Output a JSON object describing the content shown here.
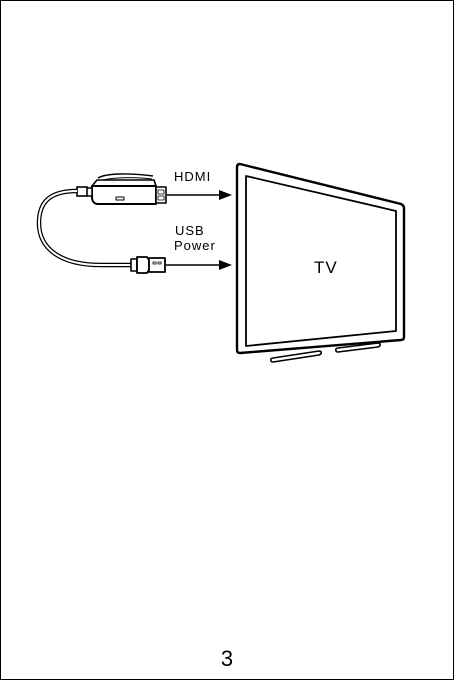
{
  "diagram": {
    "labels": {
      "hdmi": "HDMI",
      "usb_line1": "USB",
      "usb_line2": "Power",
      "tv": "TV"
    }
  },
  "footer": {
    "page_number": "3"
  },
  "colors": {
    "line": "#000000",
    "background": "#ffffff"
  }
}
